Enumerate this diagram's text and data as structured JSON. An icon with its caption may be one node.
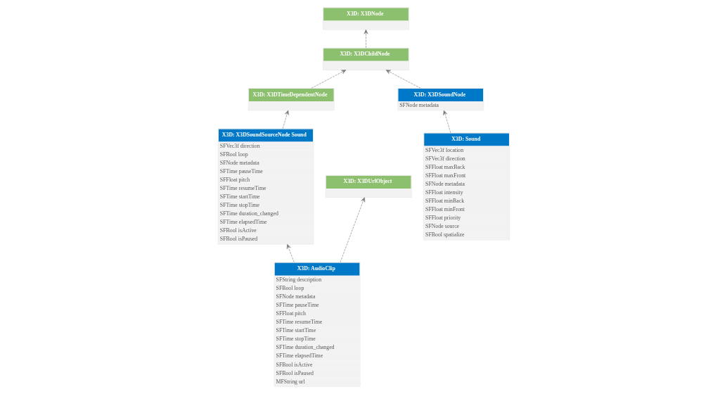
{
  "diagram": {
    "nodes": [
      {
        "text": [
          "X3D: X3DSoundNode",
          "SFNode metadata"
        ]
      },
      {
        "text": [
          "X3D: X3DChildNode"
        ]
      },
      {
        "text": [
          "X3D: X3DNode"
        ]
      },
      {
        "text": [
          "X3D: Sound",
          "SFVec3f location",
          "SFVec3f direction",
          "SFFloat maxBack",
          "SFFloat maxFront",
          "SFNode metadata",
          "SFFloat intensity",
          "SFFloat minBack",
          "SFFloat minFront",
          "SFFloat priority",
          "SFNode source",
          "SFBool spatialize"
        ]
      },
      {
        "text": [
          "X3D: AudioClip",
          "SFString description",
          "SFBool loop",
          "SFNode metadata",
          "SFTime pauseTime",
          "SFFloat pitch",
          "SFTime resumeTime",
          "SFTime startTime",
          "SFTime stopTime",
          "SFTime duration_changed",
          "SFTime elapsedTime",
          "SFBool isActive",
          "SFBool isPaused",
          "MFString url"
        ]
      },
      {
        "text": [
          "X3D: X3DTimeDependentNode"
        ]
      },
      {
        "text": [
          "X3D: X3DSoundSourceNode Sound",
          "SFVec3f direction",
          "SFBool loop",
          "SFNode metadata",
          "SFTime pauseTime",
          "SFFloat pitch",
          "SFTime resumeTime",
          "SFTime startTime",
          "SFTime stopTime",
          "SFTime duration_changed",
          "SFTime elapsedTime",
          "SFBool isActive",
          "SFBool isPaused"
        ]
      },
      {
        "text": [
          "X3D: X3DUrlObject"
        ]
      }
    ],
    "edges": [
      {
        "from": 3,
        "to": 0,
        "arrow": "to",
        "style": "dashed"
      },
      {
        "from": 0,
        "to": 1,
        "arrow": "to",
        "style": "dashed"
      },
      {
        "from": 1,
        "to": 2,
        "arrow": "to",
        "style": "dashed"
      },
      {
        "from": 5,
        "to": 1,
        "arrow": "to",
        "style": "dashed"
      },
      {
        "from": 4,
        "to": 6,
        "arrow": "to",
        "style": "dashed"
      },
      {
        "from": 6,
        "to": 5,
        "arrow": "to",
        "style": "dashed"
      },
      {
        "from": 4,
        "to": 7,
        "arrow": "to",
        "style": "dashed"
      }
    ]
  }
}
